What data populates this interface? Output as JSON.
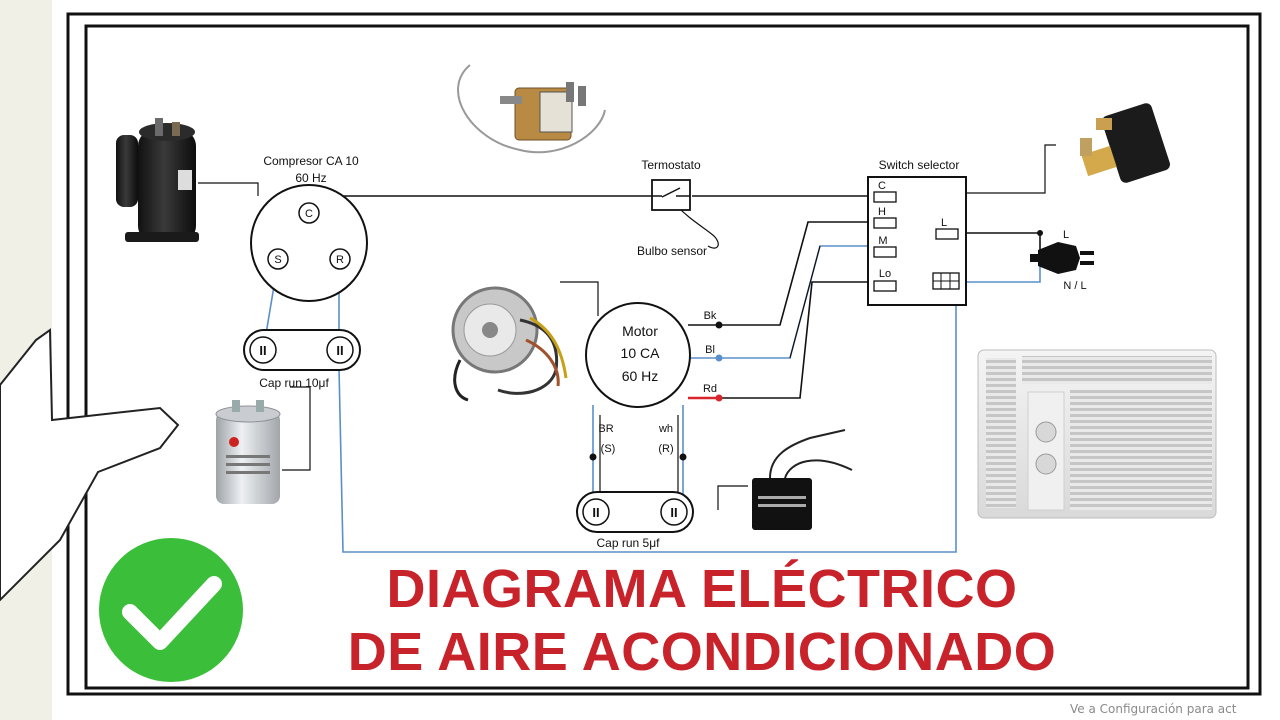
{
  "diagram": {
    "compressor": {
      "title_line1": "Compresor CA 10",
      "title_line2": "60 Hz",
      "terminal_c": "C",
      "terminal_s": "S",
      "terminal_r": "R"
    },
    "cap_run_compressor": {
      "label": "Cap run 10μf",
      "symbol": "II"
    },
    "thermostat": {
      "label": "Termostato",
      "bulb_label": "Bulbo sensor"
    },
    "switch_selector": {
      "label": "Switch selector",
      "terminals": [
        "C",
        "H",
        "M",
        "Lo"
      ],
      "line_terminal": "L"
    },
    "plug": {
      "line_label": "L",
      "neutral_label": "N / L"
    },
    "motor": {
      "line1": "Motor",
      "line2": "10 CA",
      "line3": "60 Hz",
      "wire_bk": "Bk",
      "wire_bl": "Bl",
      "wire_rd": "Rd",
      "wire_br_top": "BR",
      "wire_br_bottom": "(S)",
      "wire_wh_top": "wh",
      "wire_wh_bottom": "(R)"
    },
    "cap_run_motor": {
      "label": "Cap run 5μf",
      "symbol": "II"
    }
  },
  "headline": {
    "line1": "DIAGRAMA ELÉCTRICO",
    "line2": "DE AIRE ACONDICIONADO"
  },
  "watermark": "Ve a Configuración para act",
  "colors": {
    "wire_black": "#111111",
    "wire_blue": "#5b8fc9",
    "wire_red": "#d9262c",
    "headline_red": "#c8222a",
    "check_green": "#3bbf3b"
  },
  "icons": [
    "compressor-photo",
    "capacitor-photo",
    "thermostat-photo",
    "switch-photo",
    "fan-motor-photo",
    "fan-capacitor-photo",
    "window-ac-photo",
    "power-plug-icon",
    "checkmark-icon"
  ]
}
